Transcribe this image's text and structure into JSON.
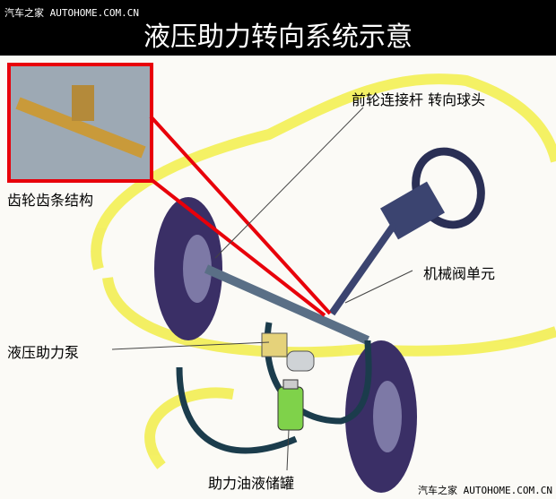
{
  "watermark": "汽车之家 AUTOHOME.COM.CN",
  "title": "液压助力转向系统示意",
  "labels": {
    "tie_rod": "前轮连接杆 转向球头",
    "rack_pinion": "齿轮齿条结构",
    "valve_unit": "机械阀单元",
    "pump": "液压助力泵",
    "reservoir": "助力油液储罐"
  },
  "colors": {
    "highlight": "#e8000a",
    "body_outline": "#f2ee4a",
    "tire": "#3a2f66"
  }
}
